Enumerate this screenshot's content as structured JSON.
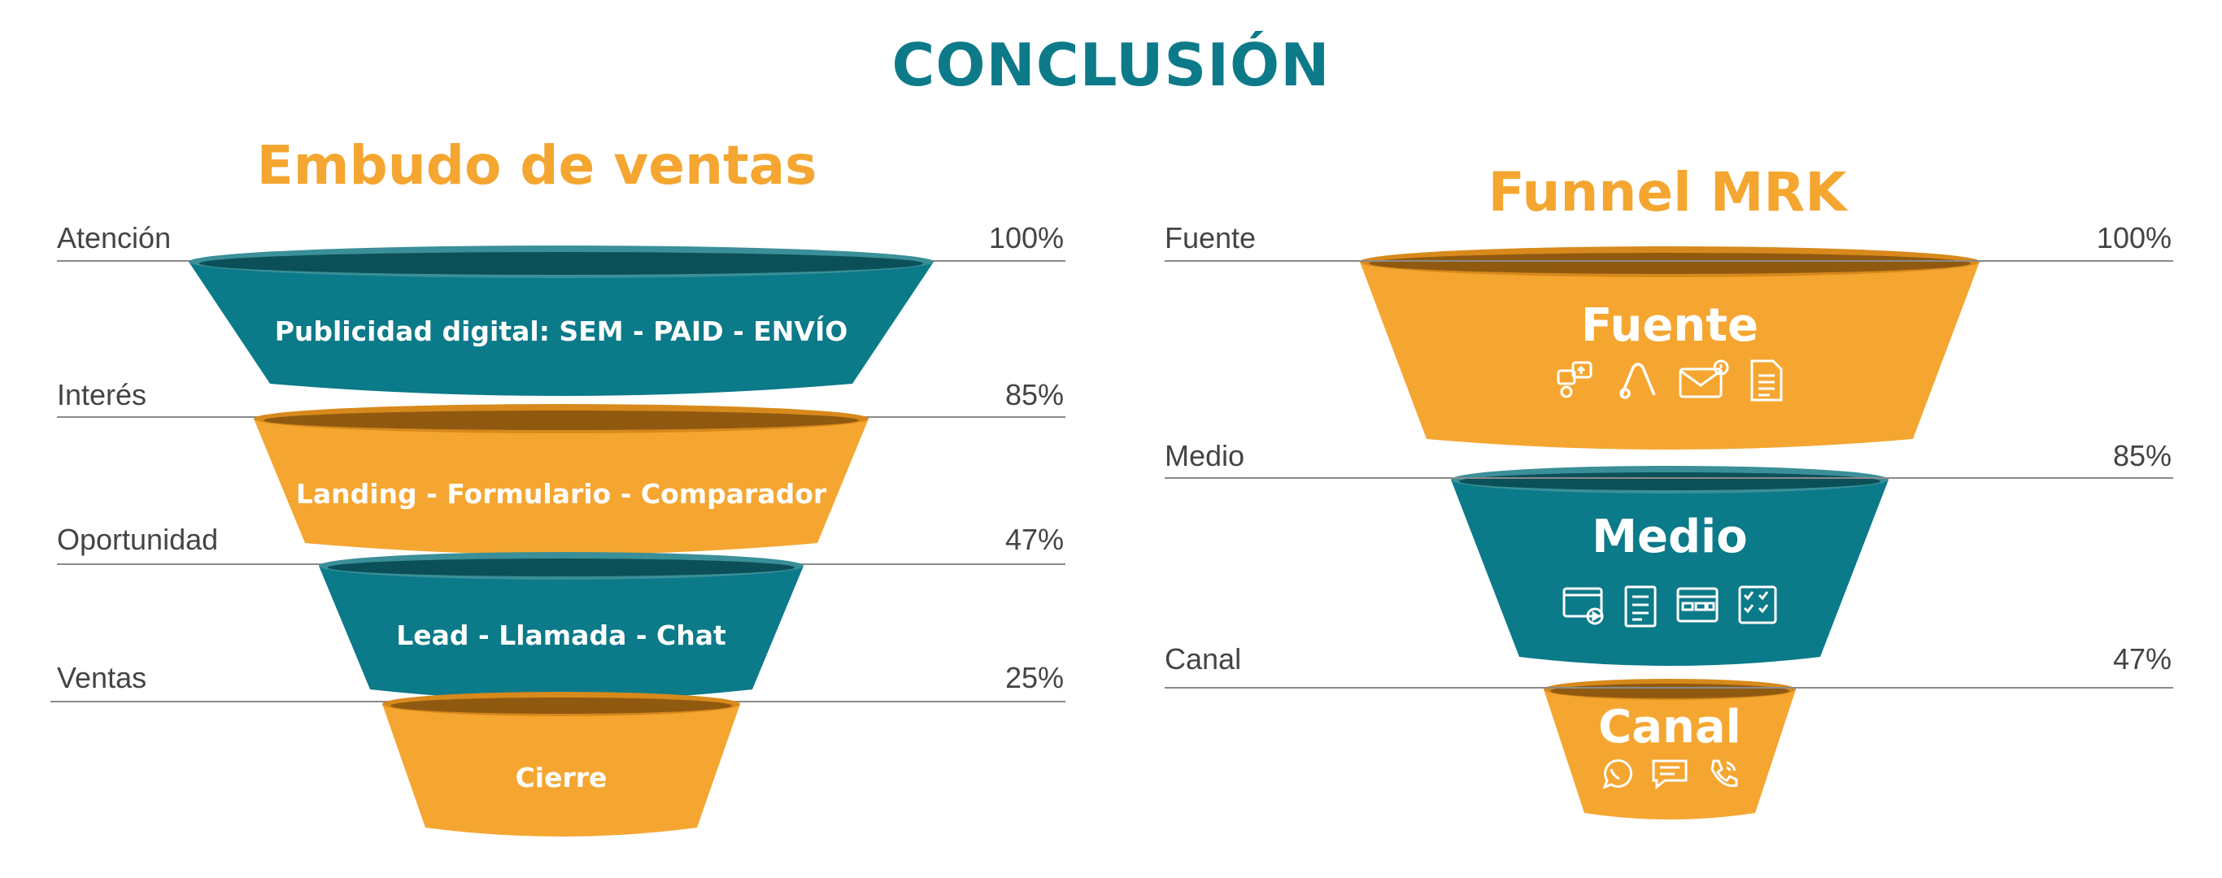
{
  "title": "CONCLUSIÓN",
  "left": {
    "heading": "Embudo de ventas",
    "levels": [
      {
        "label": "Atención",
        "pct": "100%"
      },
      {
        "label": "Interés",
        "pct": "85%"
      },
      {
        "label": "Oportunidad",
        "pct": "47%"
      },
      {
        "label": "Ventas",
        "pct": "25%"
      }
    ],
    "stages": [
      {
        "text": "Publicidad digital: SEM - PAID - ENVÍO",
        "color": "teal"
      },
      {
        "text": "Landing - Formulario - Comparador",
        "color": "orange"
      },
      {
        "text": "Lead - Llamada - Chat",
        "color": "teal"
      },
      {
        "text": "Cierre",
        "color": "orange"
      }
    ]
  },
  "right": {
    "heading": "Funnel MRK",
    "levels": [
      {
        "label": "Fuente",
        "pct": "100%"
      },
      {
        "label": "Medio",
        "pct": "85%"
      },
      {
        "label": "Canal",
        "pct": "47%"
      }
    ],
    "stages": [
      {
        "text": "Fuente",
        "color": "orange",
        "icons": [
          "social-media-icon",
          "ads-icon",
          "email-icon",
          "form-icon"
        ]
      },
      {
        "text": "Medio",
        "color": "teal",
        "icons": [
          "video-ad-icon",
          "document-icon",
          "webpage-icon",
          "checklist-icon"
        ]
      },
      {
        "text": "Canal",
        "color": "orange",
        "icons": [
          "whatsapp-icon",
          "chat-icon",
          "phone-icon"
        ]
      }
    ]
  },
  "colors": {
    "teal": "#0b7a89",
    "teal_dark": "#0b5058",
    "teal_rim": "#3a8f98",
    "orange": "#f5a631",
    "orange_dark": "#8f5a10",
    "orange_rim": "#d8891c",
    "heading_teal": "#0d7a8a",
    "heading_orange": "#f4a631"
  }
}
